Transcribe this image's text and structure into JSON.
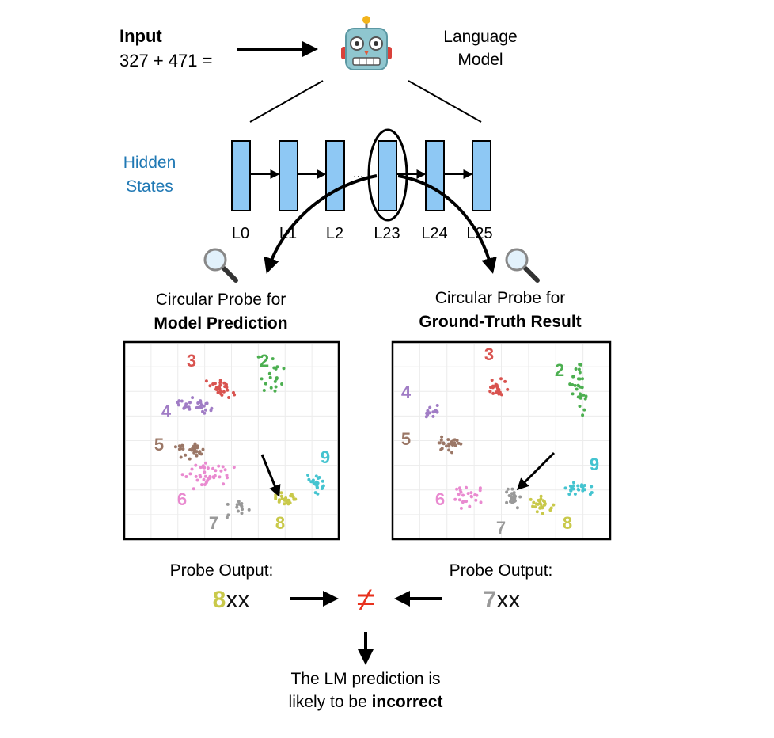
{
  "input": {
    "heading": "Input",
    "expression": "327 + 471 ="
  },
  "model_label": {
    "line1": "Language",
    "line2": "Model"
  },
  "robot_icon": "robot-face-icon",
  "hidden_states": {
    "line1": "Hidden",
    "line2": "States"
  },
  "layers": [
    "L0",
    "L1",
    "L2",
    "L23",
    "L24",
    "L25"
  ],
  "ellipsis": "...",
  "magnifier_icon": "magnifying-glass-icon",
  "probes": [
    {
      "title_line1": "Circular Probe for",
      "title_line2": "Model Prediction",
      "output_label": "Probe Output:",
      "output_digit": "8",
      "output_rest": "xx"
    },
    {
      "title_line1": "Circular Probe for",
      "title_line2": "Ground-Truth Result",
      "output_label": "Probe Output:",
      "output_digit": "7",
      "output_rest": "xx"
    }
  ],
  "not_equal": "≠",
  "conclusion": {
    "line1": "The LM prediction is",
    "line2_prefix": "likely to be ",
    "line2_bold": "incorrect"
  },
  "colors": {
    "layer_fill": "#8ec8f4",
    "not_equal": "#e8321e",
    "d2": "#4caf50",
    "d3": "#d9534f",
    "d4": "#a07cc5",
    "d5": "#9b7766",
    "d6": "#e98ad0",
    "d7": "#999999",
    "d8": "#c9c94a",
    "d9": "#45c4d0"
  },
  "clusters": {
    "left": [
      {
        "digit": "3",
        "color": "d3"
      },
      {
        "digit": "2",
        "color": "d2"
      },
      {
        "digit": "4",
        "color": "d4"
      },
      {
        "digit": "5",
        "color": "d5"
      },
      {
        "digit": "9",
        "color": "d9"
      },
      {
        "digit": "6",
        "color": "d6"
      },
      {
        "digit": "7",
        "color": "d7"
      },
      {
        "digit": "8",
        "color": "d8"
      }
    ],
    "right": [
      {
        "digit": "3",
        "color": "d3"
      },
      {
        "digit": "2",
        "color": "d2"
      },
      {
        "digit": "4",
        "color": "d4"
      },
      {
        "digit": "5",
        "color": "d5"
      },
      {
        "digit": "9",
        "color": "d9"
      },
      {
        "digit": "6",
        "color": "d6"
      },
      {
        "digit": "7",
        "color": "d7"
      },
      {
        "digit": "8",
        "color": "d8"
      }
    ]
  }
}
